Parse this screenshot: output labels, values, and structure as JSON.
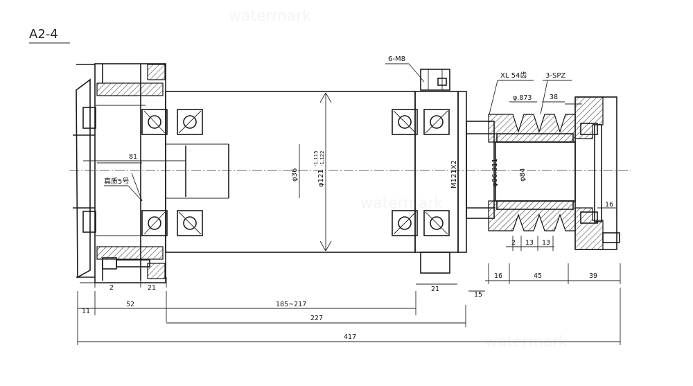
{
  "title": "A2-4",
  "labels": {
    "bolts": "6-M8",
    "belt_teeth": "XL 54齿",
    "pulley_type": "3-SPZ",
    "pulley_note": "真质5号"
  },
  "dimensions": {
    "d_36": "φ36",
    "d_121": "φ121",
    "d_121_tol_top": "-1.115",
    "d_121_tol_bot": "-1.122",
    "thread": "M121X2",
    "d_86811": "φ86.811",
    "d_84": "φ84",
    "d_873": "φ.873",
    "d_38": "38",
    "d_81": "81",
    "d_16_right": "16",
    "d_2_left": "2",
    "d_21_left": "21",
    "d_52": "52",
    "d_11": "11",
    "d_185_217": "185~217",
    "d_227": "227",
    "d_417": "417",
    "d_21_mid": "21",
    "d_15": "15",
    "d_16": "16",
    "d_45": "45",
    "d_39": "39",
    "d_2_right": "2",
    "d_13_a": "13",
    "d_13_b": "13"
  }
}
